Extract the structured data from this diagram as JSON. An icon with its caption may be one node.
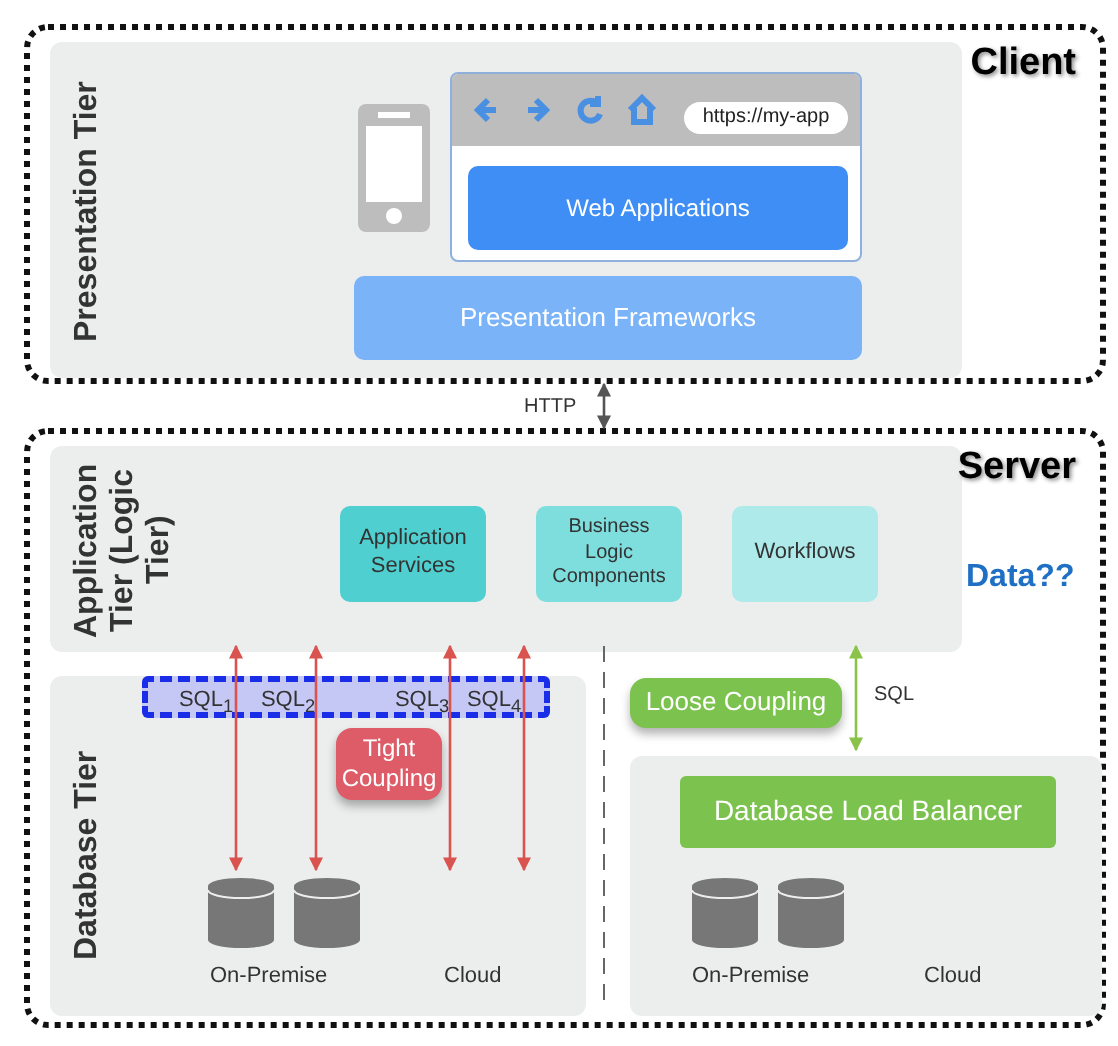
{
  "diagram": {
    "nodes": [
      {
        "text": [
          "Client"
        ]
      },
      {
        "text": [
          "Presentation Tier"
        ],
        "in": 0
      },
      {
        "text": [],
        "shape": "box",
        "in": 1
      },
      {
        "text": [
          "https://my-app"
        ],
        "in": 2
      },
      {
        "text": [
          "Web Applications"
        ],
        "in": 2
      },
      {
        "text": [
          "Presentation Frameworks"
        ],
        "in": 1
      },
      {
        "text": [
          "Server"
        ]
      },
      {
        "text": [
          "Application Tier (Logic Tier)"
        ],
        "in": 6
      },
      {
        "text": [
          "Application Services"
        ],
        "in": 7
      },
      {
        "text": [
          "Business Logic Components"
        ],
        "in": 7
      },
      {
        "text": [
          "Workflows"
        ],
        "in": 7
      },
      {
        "text": [
          "Database Tier"
        ],
        "in": 6
      },
      {
        "text": [],
        "shape": "box",
        "in": 11
      },
      {
        "text": [
          "SQL$_{1}$"
        ],
        "in": 12
      },
      {
        "text": [
          "SQL$_{2}$"
        ],
        "in": 12
      },
      {
        "text": [
          "SQL$_{3}$"
        ],
        "in": 12
      },
      {
        "text": [
          "SQL$_{4}$"
        ],
        "in": 12
      },
      {
        "text": [
          "Tight Coupling"
        ],
        "in": 11
      },
      {
        "text": [],
        "shape": "cylinder",
        "in": 11
      },
      {
        "text": [],
        "shape": "cylinder",
        "in": 11
      },
      {
        "text": [
          "Loose Coupling"
        ],
        "in": 6
      },
      {
        "text": [],
        "shape": "box",
        "in": 6
      },
      {
        "text": [
          "Database Load Balancer"
        ],
        "in": 21
      },
      {
        "text": [],
        "shape": "cylinder",
        "in": 21
      },
      {
        "text": [],
        "shape": "cylinder",
        "in": 21
      }
    ],
    "edges": [
      {
        "from": 0,
        "to": 6,
        "arrow": "both",
        "label": "HTTP",
        "color": "#555555"
      },
      {
        "from": 7,
        "to": 18,
        "arrow": "both"
      },
      {
        "from": 7,
        "to": 19,
        "arrow": "both"
      },
      {
        "from": 7,
        "to": null,
        "arrow": "both"
      },
      {
        "from": 7,
        "to": null,
        "arrow": "both"
      },
      {
        "from": 7,
        "to": 21,
        "arrow": "both",
        "label": "SQL",
        "color": "#8bc34a"
      }
    ],
    "labels": [
      "Data??",
      "On-Premise",
      "Cloud",
      "On-Premise",
      "Cloud"
    ]
  }
}
